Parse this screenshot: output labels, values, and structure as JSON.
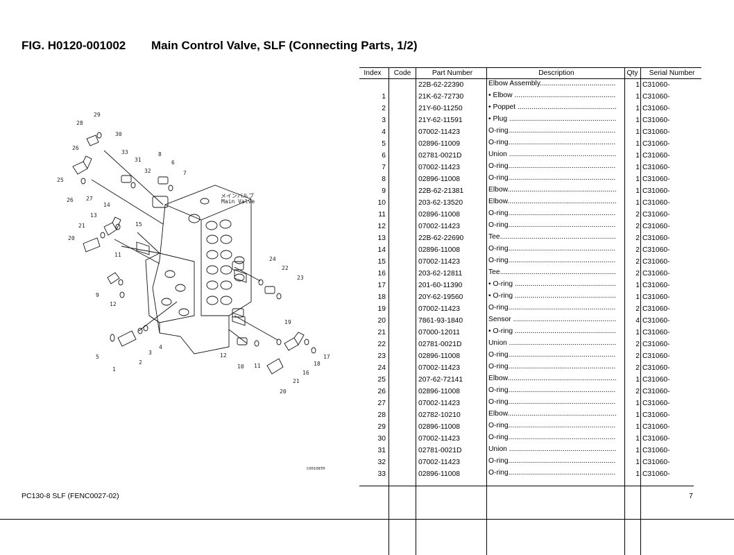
{
  "title": {
    "fig_id": "FIG. H0120-001002",
    "name": "Main Control Valve, SLF (Connecting Parts, 1/2)"
  },
  "diagram": {
    "valve_label_jp": "メインバルブ",
    "valve_label_en": "Main Valve",
    "drawing_code": "C00108TH",
    "callouts": [
      "1",
      "2",
      "3",
      "4",
      "5",
      "6",
      "7",
      "8",
      "9",
      "10",
      "11",
      "12",
      "12",
      "13",
      "14",
      "15",
      "16",
      "17",
      "18",
      "19",
      "20",
      "20",
      "21",
      "21",
      "22",
      "23",
      "24",
      "25",
      "26",
      "26",
      "27",
      "28",
      "29",
      "30",
      "31",
      "32",
      "33"
    ]
  },
  "table": {
    "headers": {
      "index": "Index",
      "code": "Code",
      "part": "Part Number",
      "desc": "Description",
      "qty": "Qty",
      "serial": "Serial Number"
    },
    "rows": [
      {
        "index": "",
        "code": "",
        "part": "22B-62-22390",
        "desc": "Elbow Assembly",
        "qty": "1",
        "serial": "C31060-"
      },
      {
        "index": "1",
        "code": "",
        "part": "21K-62-72730",
        "desc": "• Elbow",
        "qty": "1",
        "serial": "C31060-"
      },
      {
        "index": "2",
        "code": "",
        "part": "21Y-60-11250",
        "desc": "• Poppet",
        "qty": "1",
        "serial": "C31060-"
      },
      {
        "index": "3",
        "code": "",
        "part": "21Y-62-11591",
        "desc": "• Plug",
        "qty": "1",
        "serial": "C31060-"
      },
      {
        "index": "4",
        "code": "",
        "part": "07002-11423",
        "desc": "O-ring",
        "qty": "1",
        "serial": "C31060-"
      },
      {
        "index": "5",
        "code": "",
        "part": "02896-11009",
        "desc": "O-ring",
        "qty": "1",
        "serial": "C31060-"
      },
      {
        "index": "6",
        "code": "",
        "part": "02781-0021D",
        "desc": "Union",
        "qty": "1",
        "serial": "C31060-"
      },
      {
        "index": "7",
        "code": "",
        "part": "07002-11423",
        "desc": "O-ring",
        "qty": "1",
        "serial": "C31060-"
      },
      {
        "index": "8",
        "code": "",
        "part": "02896-11008",
        "desc": "O-ring",
        "qty": "1",
        "serial": "C31060-"
      },
      {
        "index": "9",
        "code": "",
        "part": "22B-62-21381",
        "desc": "Elbow",
        "qty": "1",
        "serial": "C31060-"
      },
      {
        "index": "10",
        "code": "",
        "part": "203-62-13520",
        "desc": "Elbow",
        "qty": "1",
        "serial": "C31060-"
      },
      {
        "index": "11",
        "code": "",
        "part": "02896-11008",
        "desc": "O-ring",
        "qty": "2",
        "serial": "C31060-"
      },
      {
        "index": "12",
        "code": "",
        "part": "07002-11423",
        "desc": "O-ring",
        "qty": "2",
        "serial": "C31060-"
      },
      {
        "index": "13",
        "code": "",
        "part": "22B-62-22690",
        "desc": "Tee",
        "qty": "2",
        "serial": "C31060-"
      },
      {
        "index": "14",
        "code": "",
        "part": "02896-11008",
        "desc": "O-ring",
        "qty": "2",
        "serial": "C31060-"
      },
      {
        "index": "15",
        "code": "",
        "part": "07002-11423",
        "desc": "O-ring",
        "qty": "2",
        "serial": "C31060-"
      },
      {
        "index": "16",
        "code": "",
        "part": "203-62-12811",
        "desc": "Tee",
        "qty": "2",
        "serial": "C31060-"
      },
      {
        "index": "17",
        "code": "",
        "part": "201-60-11390",
        "desc": "• O-ring",
        "qty": "1",
        "serial": "C31060-"
      },
      {
        "index": "18",
        "code": "",
        "part": "20Y-62-19560",
        "desc": "• O-ring",
        "qty": "1",
        "serial": "C31060-"
      },
      {
        "index": "19",
        "code": "",
        "part": "07002-11423",
        "desc": "O-ring",
        "qty": "2",
        "serial": "C31060-"
      },
      {
        "index": "20",
        "code": "",
        "part": "7861-93-1840",
        "desc": "Sensor",
        "qty": "4",
        "serial": "C31060-"
      },
      {
        "index": "21",
        "code": "",
        "part": "07000-12011",
        "desc": "• O-ring",
        "qty": "1",
        "serial": "C31060-"
      },
      {
        "index": "22",
        "code": "",
        "part": "02781-0021D",
        "desc": "Union",
        "qty": "2",
        "serial": "C31060-"
      },
      {
        "index": "23",
        "code": "",
        "part": "02896-11008",
        "desc": "O-ring",
        "qty": "2",
        "serial": "C31060-"
      },
      {
        "index": "24",
        "code": "",
        "part": "07002-11423",
        "desc": "O-ring",
        "qty": "2",
        "serial": "C31060-"
      },
      {
        "index": "25",
        "code": "",
        "part": "207-62-72141",
        "desc": "Elbow",
        "qty": "1",
        "serial": "C31060-"
      },
      {
        "index": "26",
        "code": "",
        "part": "02896-11008",
        "desc": "O-ring",
        "qty": "2",
        "serial": "C31060-"
      },
      {
        "index": "27",
        "code": "",
        "part": "07002-11423",
        "desc": "O-ring",
        "qty": "1",
        "serial": "C31060-"
      },
      {
        "index": "28",
        "code": "",
        "part": "02782-10210",
        "desc": "Elbow",
        "qty": "1",
        "serial": "C31060-"
      },
      {
        "index": "29",
        "code": "",
        "part": "02896-11008",
        "desc": "O-ring",
        "qty": "1",
        "serial": "C31060-"
      },
      {
        "index": "30",
        "code": "",
        "part": "07002-11423",
        "desc": "O-ring",
        "qty": "1",
        "serial": "C31060-"
      },
      {
        "index": "31",
        "code": "",
        "part": "02781-0021D",
        "desc": "Union",
        "qty": "1",
        "serial": "C31060-"
      },
      {
        "index": "32",
        "code": "",
        "part": "07002-11423",
        "desc": "O-ring",
        "qty": "1",
        "serial": "C31060-"
      },
      {
        "index": "33",
        "code": "",
        "part": "02896-11008",
        "desc": "O-ring",
        "qty": "1",
        "serial": "C31060-"
      }
    ]
  },
  "footer": {
    "model": "PC130-8 SLF (FENC0027-02)",
    "page": "7"
  }
}
